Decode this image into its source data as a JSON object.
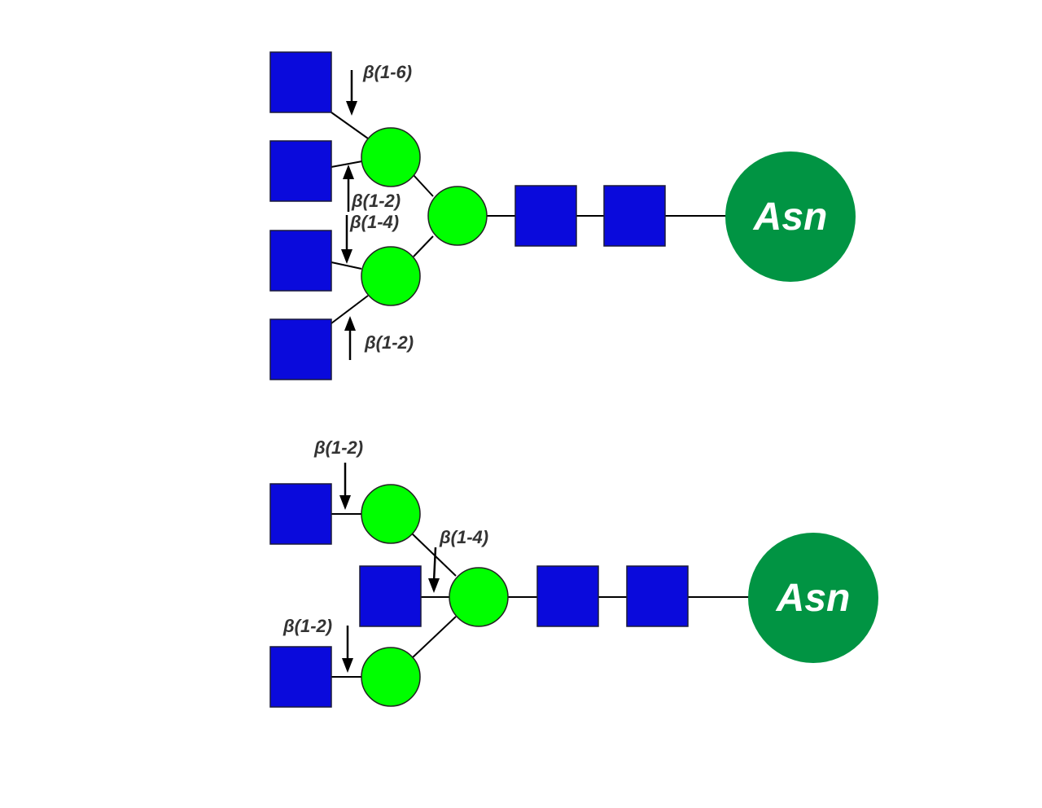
{
  "colors": {
    "glcnac_square": "#0a0adc",
    "mannose_circle": "#00ff00",
    "asparagine": "#019443",
    "label_text": "#333333"
  },
  "diagram_top": {
    "asn_label": "Asn",
    "linkages": {
      "beta_1_6": "β(1-6)",
      "beta_1_2_upper": "β(1-2)",
      "beta_1_4": "β(1-4)",
      "beta_1_2_lower": "β(1-2)"
    }
  },
  "diagram_bottom": {
    "asn_label": "Asn",
    "linkages": {
      "beta_1_2_upper": "β(1-2)",
      "beta_1_4": "β(1-4)",
      "beta_1_2_lower": "β(1-2)"
    }
  }
}
